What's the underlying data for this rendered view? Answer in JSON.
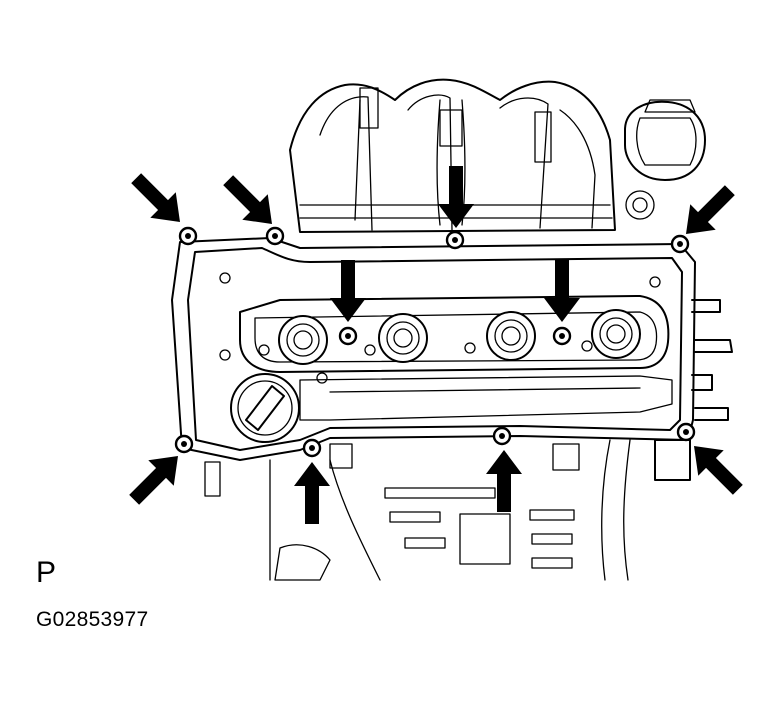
{
  "figure": {
    "view_label": "P",
    "figure_id": "G02853977"
  },
  "colors": {
    "line": "#000000",
    "background": "#ffffff"
  },
  "arrows": [
    {
      "name": "arrow-top-left-corner",
      "dir": "down-right"
    },
    {
      "name": "arrow-top-left-inner",
      "dir": "down-right"
    },
    {
      "name": "arrow-top-center",
      "dir": "down"
    },
    {
      "name": "arrow-top-right-corner",
      "dir": "down-left"
    },
    {
      "name": "arrow-center-left-bolt",
      "dir": "down"
    },
    {
      "name": "arrow-center-right-bolt",
      "dir": "down"
    },
    {
      "name": "arrow-bottom-left-corner",
      "dir": "up-right"
    },
    {
      "name": "arrow-bottom-left-inner",
      "dir": "up"
    },
    {
      "name": "arrow-bottom-center",
      "dir": "up"
    },
    {
      "name": "arrow-bottom-right-corner",
      "dir": "up-left"
    }
  ]
}
